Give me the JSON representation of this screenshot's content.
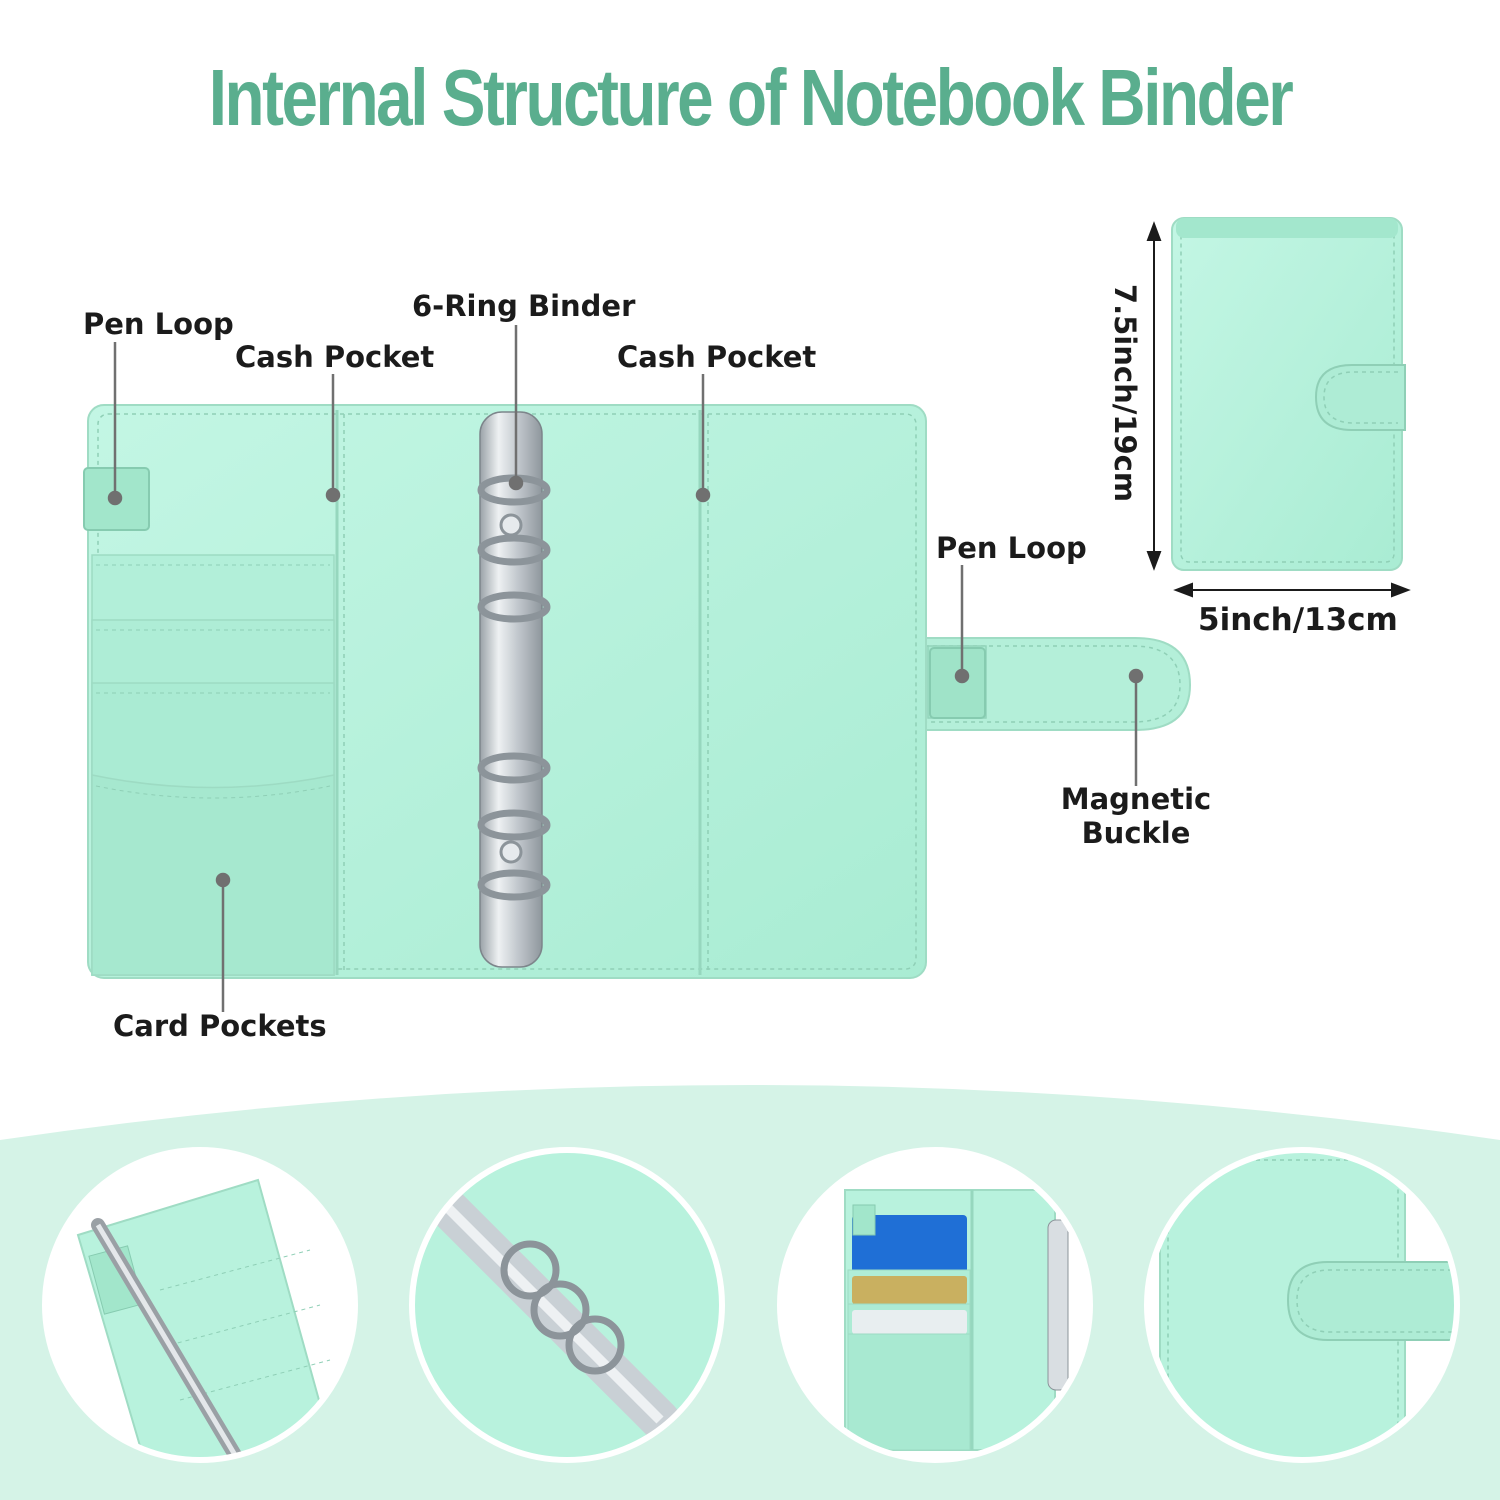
{
  "title": "Internal Structure of Notebook Binder",
  "labels": {
    "pen_loop_left": "Pen Loop",
    "cash_pocket_left": "Cash Pocket",
    "ring_binder": "6-Ring Binder",
    "cash_pocket_right": "Cash Pocket",
    "pen_loop_right": "Pen Loop",
    "magnetic_buckle_line1": "Magnetic",
    "magnetic_buckle_line2": "Buckle",
    "card_pockets": "Card Pockets"
  },
  "dimensions": {
    "height": "7.5inch/19cm",
    "width": "5inch/13cm"
  },
  "colors": {
    "title": "#5aae8e",
    "binder": "#b8f2dd",
    "binder_shade": "#a7e9d0",
    "stitch": "#8fcfb6",
    "metal": "#c9cfd4",
    "band": "#d5f3e7",
    "label_line": "#707070"
  }
}
